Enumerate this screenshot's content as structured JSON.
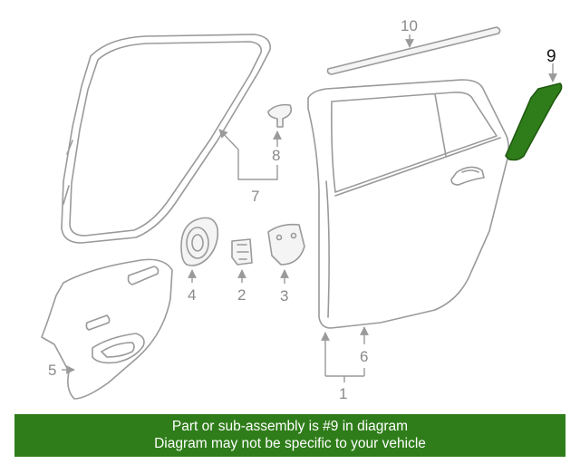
{
  "highlight_color": "#2f7d1a",
  "callouts": {
    "c1": "1",
    "c2": "2",
    "c3": "3",
    "c4": "4",
    "c5": "5",
    "c6": "6",
    "c7": "7",
    "c8": "8",
    "c9": "9",
    "c10": "10"
  },
  "banner": {
    "line1": "Part or sub-assembly is #9 in diagram",
    "line2": "Diagram may not be specific to your vehicle"
  }
}
